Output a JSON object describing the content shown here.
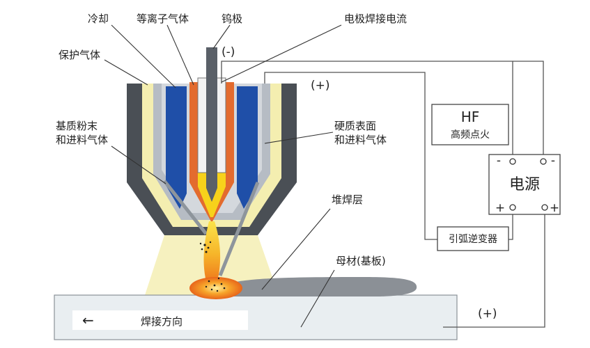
{
  "labels": {
    "cooling": "冷却",
    "plasma_gas": "等离子气体",
    "tungsten_electrode": "钨极",
    "electrode_welding_current": "电极焊接电流",
    "shielding_gas": "保护气体",
    "matrix_powder_line1": "基质粉末",
    "matrix_powder_line2": "和进料气体",
    "hard_surface_line1": "硬质表面",
    "hard_surface_line2": "和进料气体",
    "overlay_layer": "堆焊层",
    "base_metal": "母材(基板)",
    "welding_direction": "焊接方向",
    "minus_top": "(-)",
    "plus_top": "(+)",
    "plus_bottom": "(+)"
  },
  "hf_box": {
    "title": "HF",
    "subtitle": "高频点火"
  },
  "power_box": {
    "title": "电源",
    "minus_left": "-",
    "minus_right": "-",
    "plus_left": "+",
    "plus_right": "+"
  },
  "inverter_box": {
    "label": "引弧逆变器"
  },
  "direction_arrow": "←",
  "colors": {
    "outer_nozzle": "#4a4f55",
    "shielding_gas_channel": "#f4eeb0",
    "powder_channel": "#b6bcc4",
    "cooling_body": "#1f4fa8",
    "plasma_gas_channel": "#e36b2e",
    "electrode": "#5a6068",
    "arc_yellow": "#f7d21b",
    "molten_pool": "#f07a1a",
    "overlay_bead": "#8b9096",
    "base_plate": "#e9eef1"
  }
}
